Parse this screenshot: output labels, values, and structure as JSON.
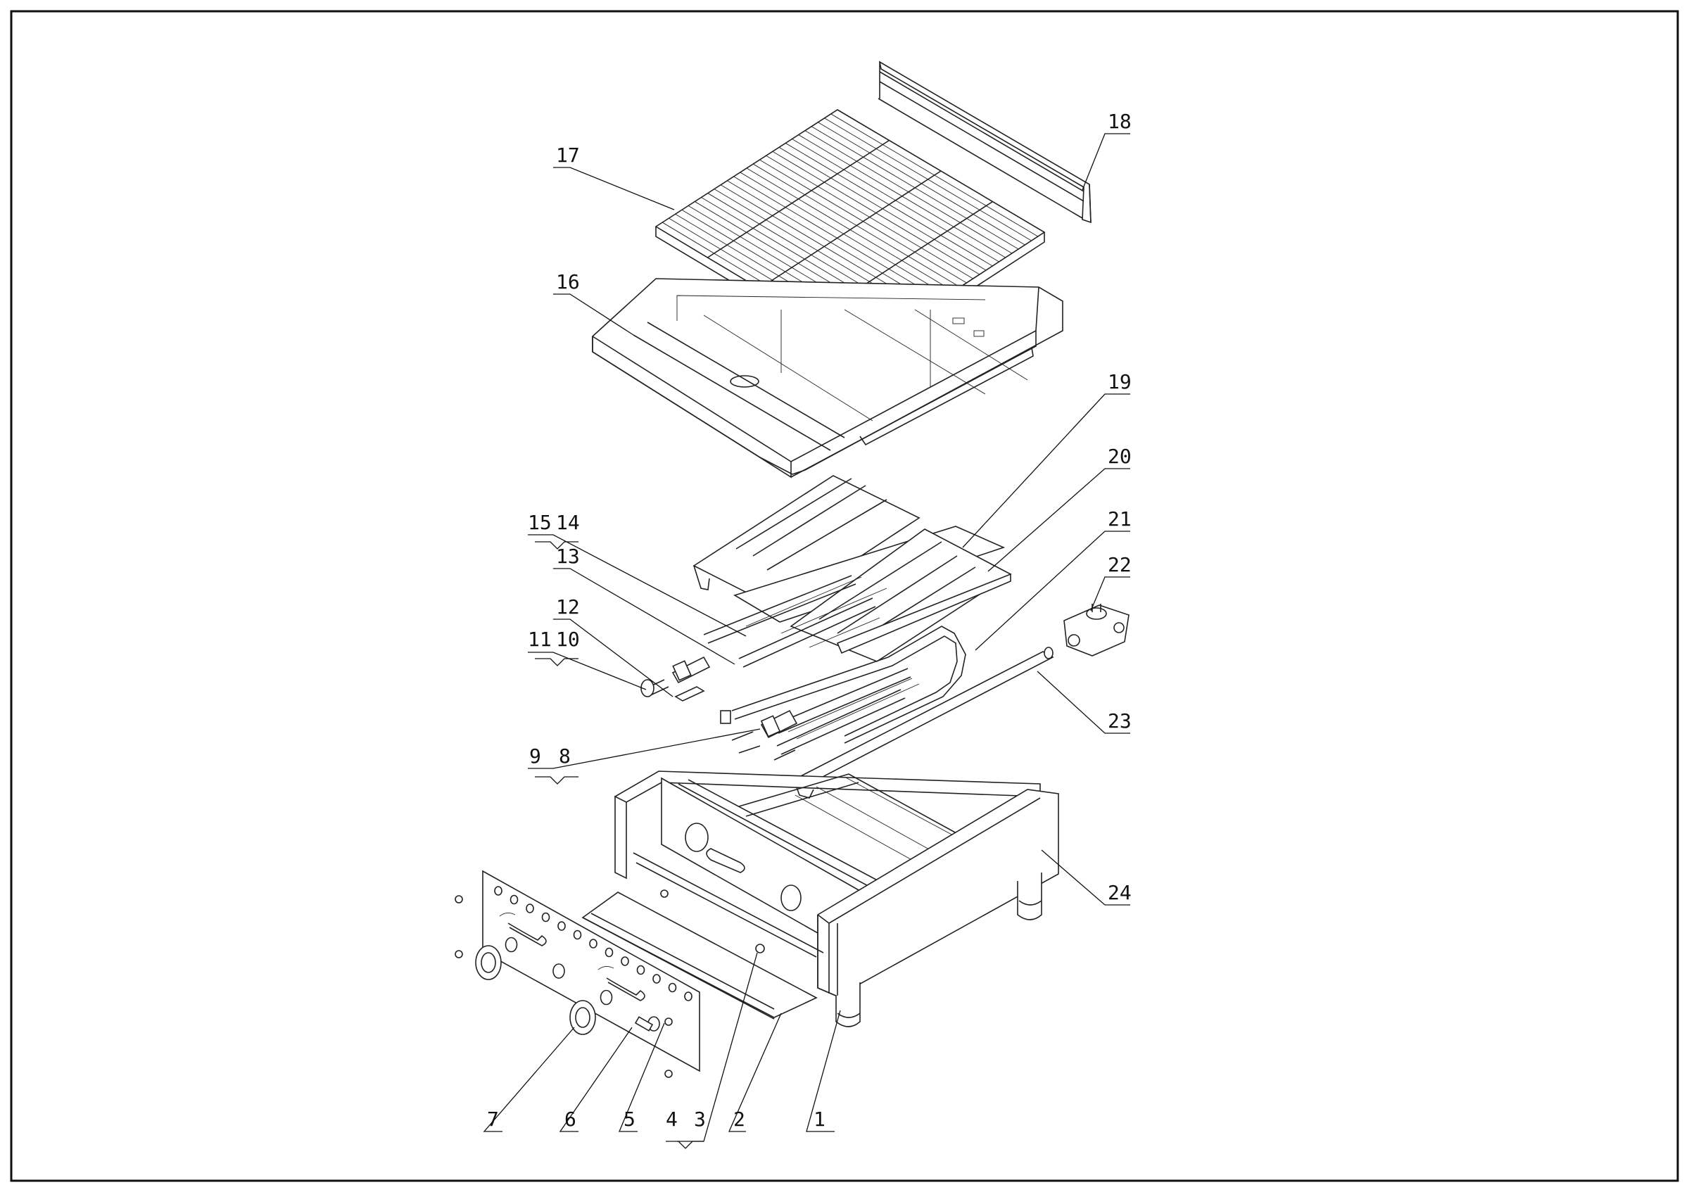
{
  "drawing": {
    "callouts": [
      {
        "id": "c1",
        "label": "1"
      },
      {
        "id": "c2",
        "label": "2"
      },
      {
        "id": "c3",
        "label": "3"
      },
      {
        "id": "c4",
        "label": "4"
      },
      {
        "id": "c5",
        "label": "5"
      },
      {
        "id": "c6",
        "label": "6"
      },
      {
        "id": "c7",
        "label": "7"
      },
      {
        "id": "c8",
        "label": "8"
      },
      {
        "id": "c9",
        "label": "9"
      },
      {
        "id": "c10",
        "label": "10"
      },
      {
        "id": "c11",
        "label": "11"
      },
      {
        "id": "c12",
        "label": "12"
      },
      {
        "id": "c13",
        "label": "13"
      },
      {
        "id": "c14",
        "label": "14"
      },
      {
        "id": "c15",
        "label": "15"
      },
      {
        "id": "c16",
        "label": "16"
      },
      {
        "id": "c17",
        "label": "17"
      },
      {
        "id": "c18",
        "label": "18"
      },
      {
        "id": "c19",
        "label": "19"
      },
      {
        "id": "c20",
        "label": "20"
      },
      {
        "id": "c21",
        "label": "21"
      },
      {
        "id": "c22",
        "label": "22"
      },
      {
        "id": "c23",
        "label": "23"
      },
      {
        "id": "c24",
        "label": "24"
      }
    ]
  }
}
